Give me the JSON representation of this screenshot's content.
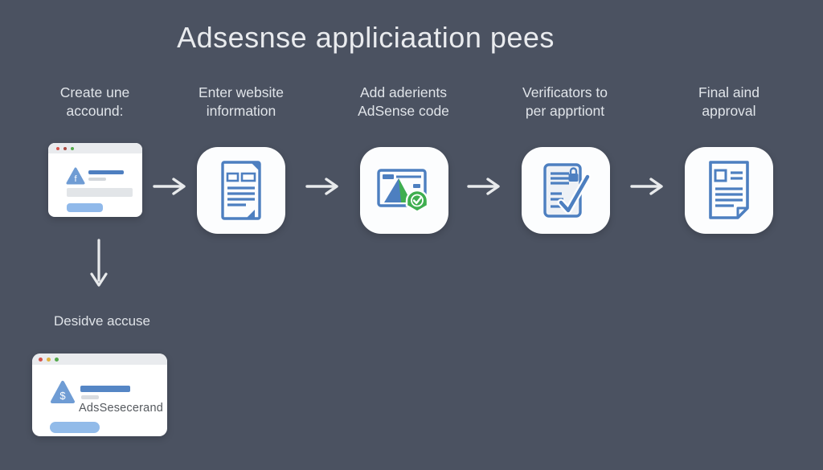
{
  "title": "Adsesnse appliciaation pees",
  "steps": [
    {
      "line1": "Create une",
      "line2": "accound:",
      "icon": "signup-browser-window"
    },
    {
      "line1": "Enter website",
      "line2": "information",
      "icon": "document-form"
    },
    {
      "line1": "Add aderients",
      "line2": "AdSense code",
      "icon": "ad-frame-verified"
    },
    {
      "line1": "Verificators to",
      "line2": "per apprtiont",
      "icon": "checklist-verify"
    },
    {
      "line1": "Final aind",
      "line2": "approval",
      "icon": "approval-document"
    }
  ],
  "top_window": {
    "triangle_glyph": "f"
  },
  "branch": {
    "label": "Desidve accuse",
    "window": {
      "text": "AdsSesecerand",
      "triangle_glyph": "$"
    }
  },
  "colors": {
    "background": "#4b5261",
    "card": "#fcfdfe",
    "icon_blue": "#4d7fc0",
    "icon_green": "#3fae4f",
    "arrow": "#e8eaec",
    "title_text": "#e9ebee",
    "label_text": "#e0e4e9",
    "bar_dark_blue": "#4e7fc0",
    "bar_medium_blue": "#5586c5",
    "button_light_blue": "#92bbe9",
    "bar_gray": "#e2e5e8",
    "window_header": "#e9ebee",
    "dot_red": "#d4524a",
    "dot_yellow": "#e0b23e",
    "dot_green": "#54a94b",
    "window_text": "#55595e",
    "triangle_blue": "#6f9cd4"
  }
}
